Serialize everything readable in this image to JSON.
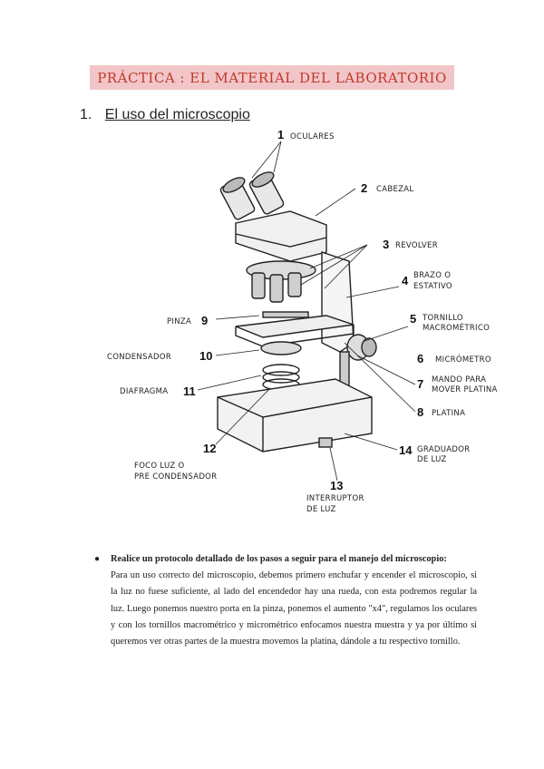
{
  "title": "PRÁCTICA : EL MATERIAL DEL LABORATORIO",
  "section": {
    "number": "1.",
    "heading": "El uso del microscopio"
  },
  "diagram": {
    "labels": {
      "oculares": "OCULARES",
      "cabezal": "CABEZAL",
      "revolver": "REVOLVER",
      "brazo_1": "BRAZO O",
      "brazo_2": "ESTATIVO",
      "tornillo_1": "TORNILLO",
      "tornillo_2": "MACROMÉTRICO",
      "micrometro": "MICRÓMETRO",
      "mando_1": "MANDO PARA",
      "mando_2": "MOVER PLATINA",
      "platina": "PLATINA",
      "graduador_1": "GRADUADOR",
      "graduador_2": "DE LUZ",
      "interruptor_1": "INTERRUPTOR",
      "interruptor_2": "DE LUZ",
      "foco_1": "FOCO LUZ O",
      "foco_2": "PRE CONDENSADOR",
      "diafragma": "DIAFRAGMA",
      "condensador": "CONDENSADOR",
      "pinza": "PINZA"
    },
    "numbers": {
      "n1": "1",
      "n2": "2",
      "n3": "3",
      "n4": "4",
      "n5": "5",
      "n6": "6",
      "n7": "7",
      "n8": "8",
      "n9": "9",
      "n10": "10",
      "n11": "11",
      "n12": "12",
      "n13": "13",
      "n14": "14"
    }
  },
  "bullet": {
    "heading": "Realice un protocolo detallado de los pasos a seguir para el manejo del microscopio:",
    "body": "Para un uso correcto del microscopio, debemos primero enchufar y encender el microscopio, si la luz no fuese suficiente, al lado del encendedor hay una rueda, con esta podremos regular la luz. Luego ponemos nuestro porta en la pinza, ponemos el aumento \"x4\", regulamos los oculares y con los tornillos macrométrico y micrométrico enfocamos nuestra muestra y ya por último si queremos ver otras partes de la muestra movemos la platina, dándole a tu respectivo tornillo."
  }
}
